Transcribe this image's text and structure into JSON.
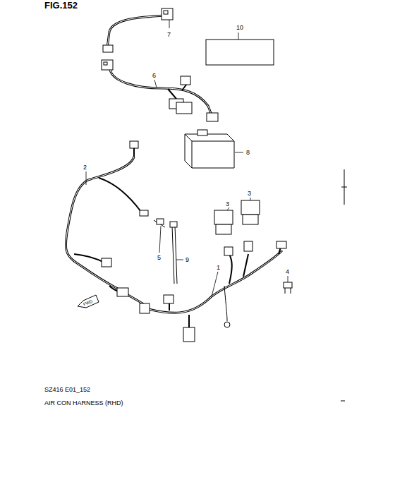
{
  "diagram": {
    "title": "FIG.152",
    "caption": "AIR CON HARNESS (RHD)",
    "labels": [
      "7",
      "10",
      "6",
      "8",
      "2",
      "3",
      "3",
      "5",
      "9",
      "1",
      "4",
      "FWD",
      "SZ416 E01_152"
    ]
  }
}
